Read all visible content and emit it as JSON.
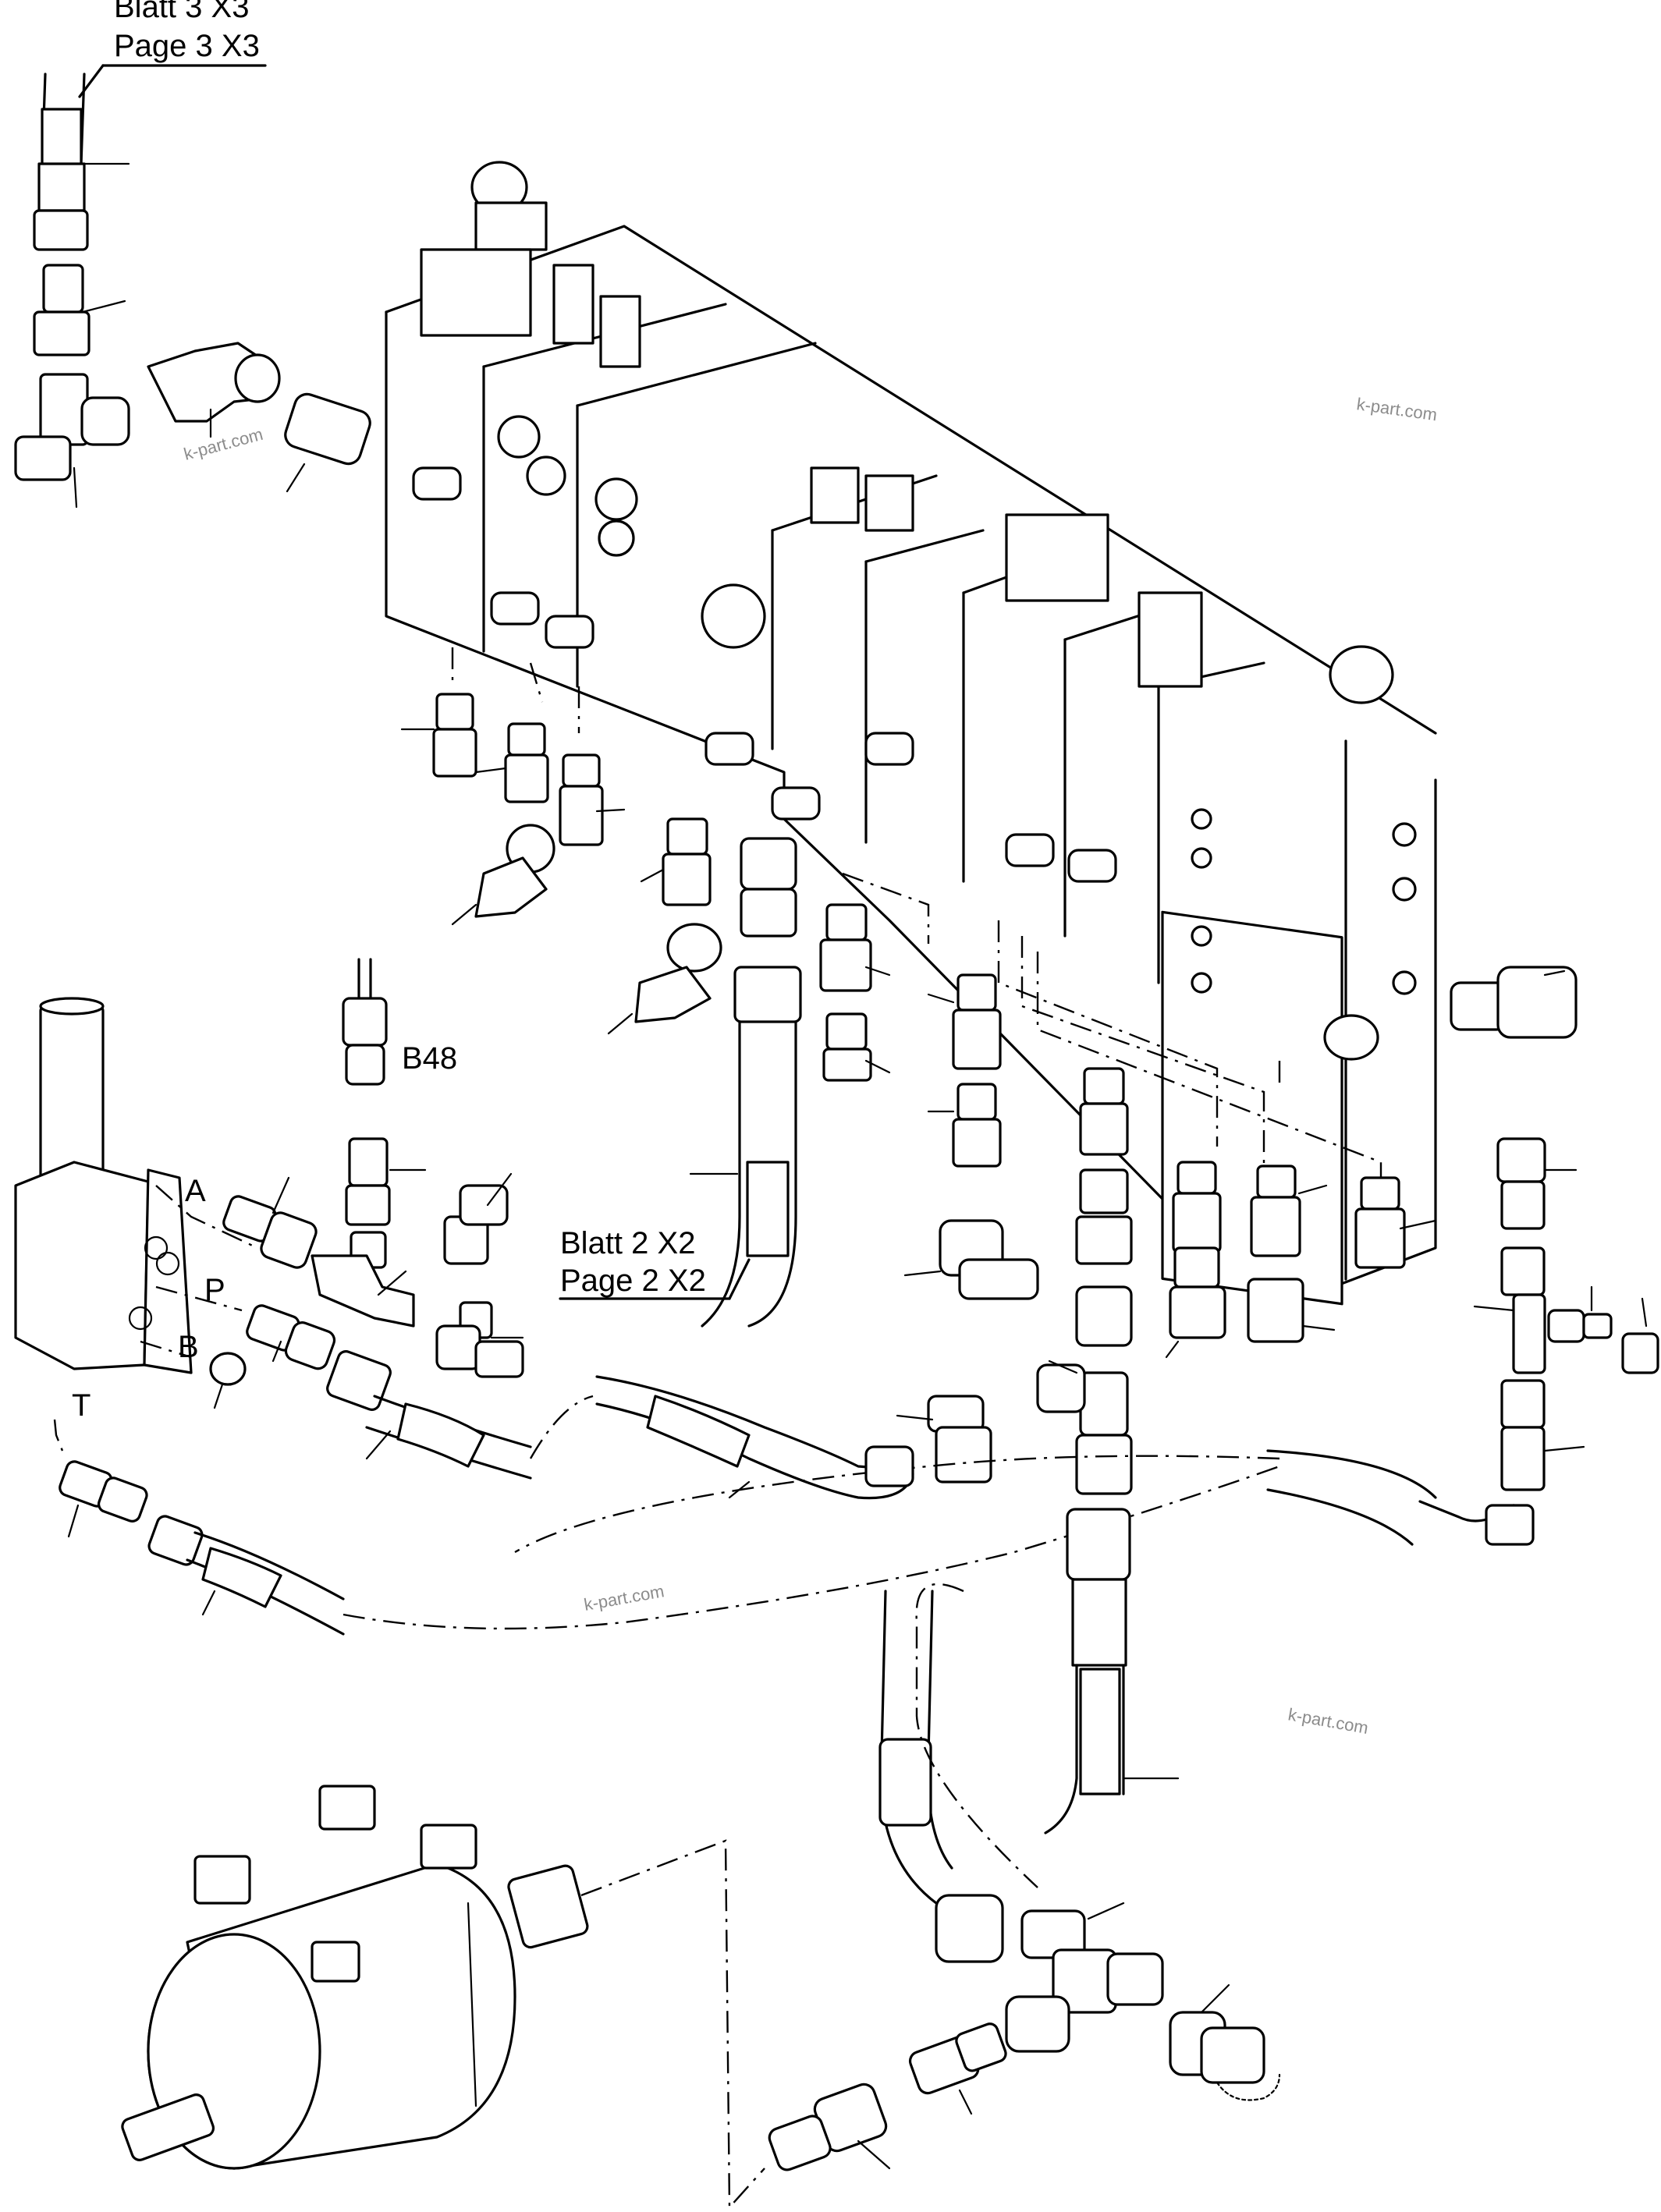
{
  "references": {
    "top_left": {
      "line1": "Blatt  3 X3",
      "line2": "Page 3 X3"
    },
    "middle": {
      "line1": "Blatt  2 X2",
      "line2": "Page 2 X2"
    }
  },
  "port_labels": {
    "a": "A",
    "p": "P",
    "b": "B",
    "t": "T"
  },
  "sensor_label": "B48",
  "watermarks": [
    "k-part.com",
    "k-part.com",
    "k-part.com",
    "k-part.com"
  ],
  "colors": {
    "line": "#000000",
    "background": "#ffffff",
    "watermark": "#8c8c8c"
  }
}
